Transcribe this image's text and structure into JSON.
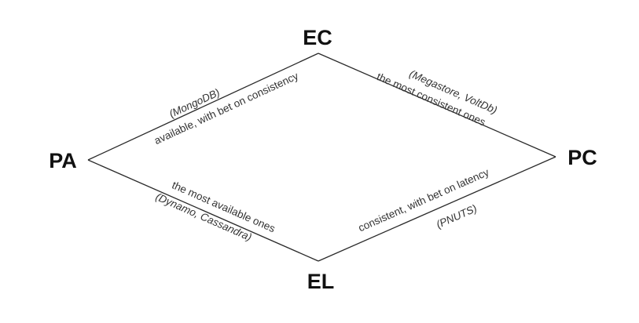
{
  "vertices": {
    "top": "EC",
    "left": "PA",
    "right": "PC",
    "bottom": "EL"
  },
  "edges": {
    "pa_ec": {
      "description": "available, with bet on consistency",
      "examples": "(MongoDB)"
    },
    "ec_pc": {
      "description": "the most consistent ones",
      "examples": "(Megastore, VoltDb)"
    },
    "pa_el": {
      "description": "the most available ones",
      "examples": "(Dynamo, Cassandra)"
    },
    "el_pc": {
      "description": "consistent, with bet on latency",
      "examples": "(PNUTS)"
    }
  },
  "colors": {
    "line": "#2a2a2a",
    "vertex_text": "#111111",
    "edge_text": "#333333",
    "background": "#ffffff"
  }
}
